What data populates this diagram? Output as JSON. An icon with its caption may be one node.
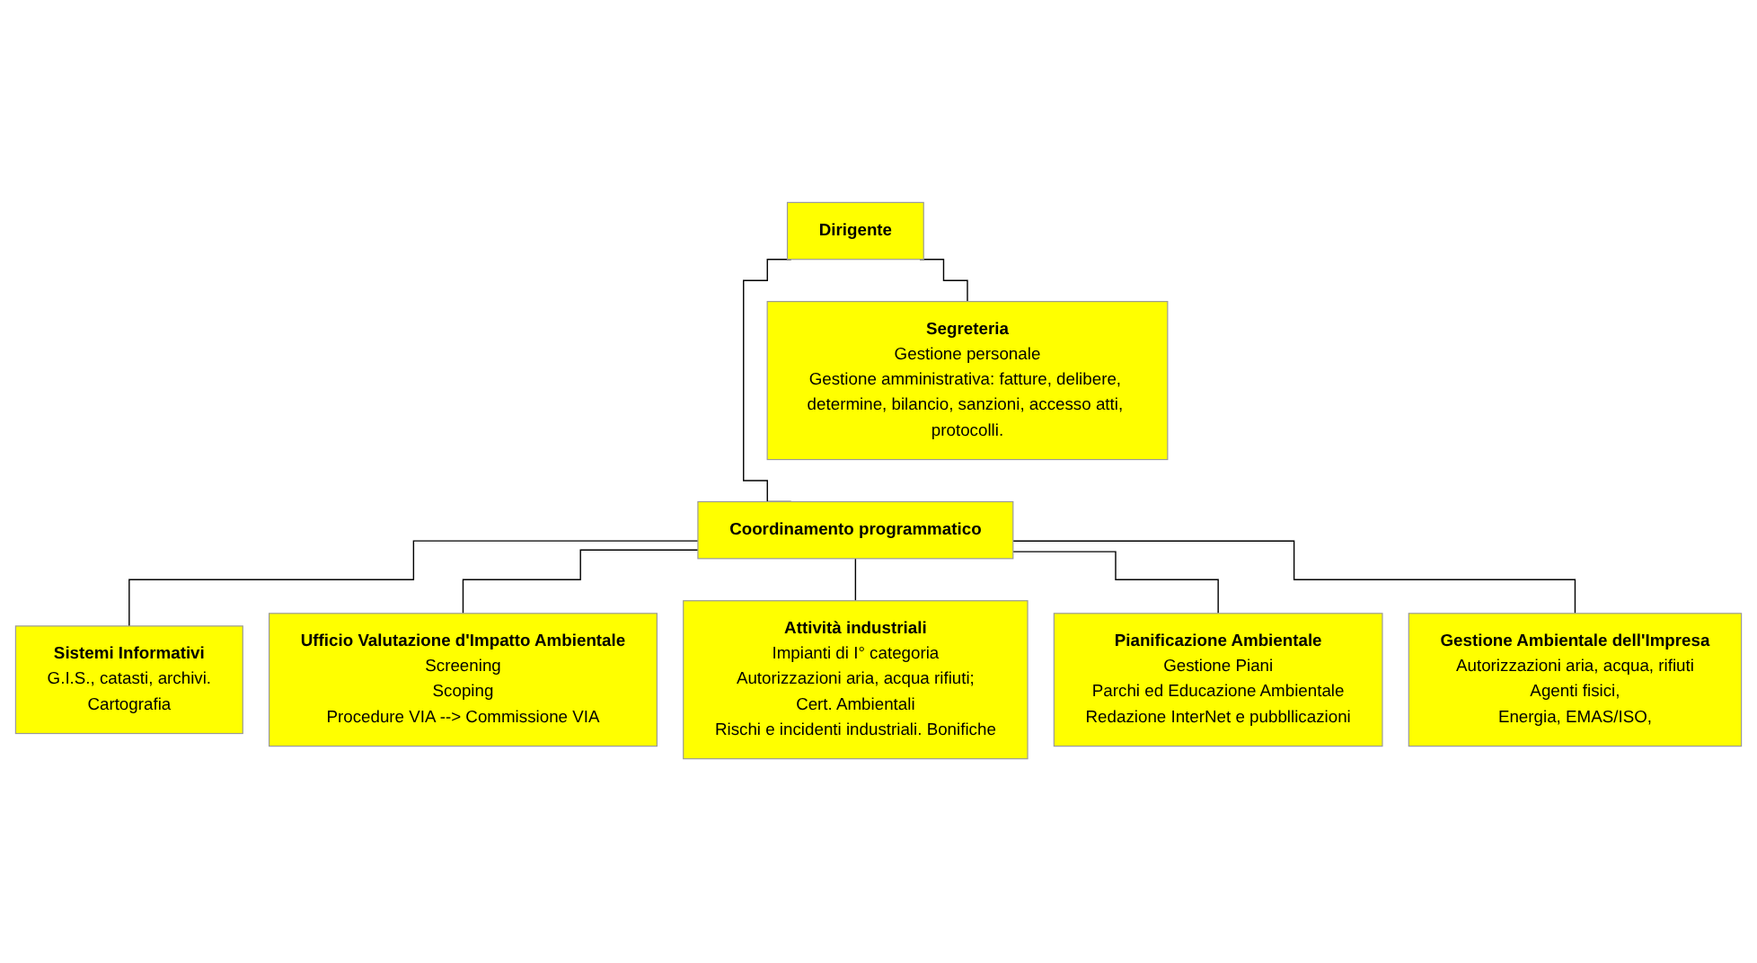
{
  "diagram": {
    "nodes": [
      {
        "text": [
          "Dirigente"
        ]
      },
      {
        "text": [
          "Segreteria",
          "Gestione personale",
          "Gestione amministrativa: fatture, delibere, determine, bilancio, sanzioni, accesso atti, protocolli."
        ]
      },
      {
        "text": [
          "Coordinamento programmatico"
        ]
      },
      {
        "text": [
          "Sistemi Informativi",
          "G.I.S., catasti, archivi.",
          "Cartografia"
        ]
      },
      {
        "text": [
          "Ufficio Valutazione d'Impatto Ambientale",
          "Screening",
          "Scoping",
          "Procedure VIA -->  Commissione VIA"
        ]
      },
      {
        "text": [
          "Attività industriali",
          "Impianti di I° categoria",
          "Autorizzazioni aria, acqua rifiuti;",
          "Cert. Ambientali",
          "Rischi e incidenti industriali. Bonifiche"
        ]
      },
      {
        "text": [
          "Pianificazione Ambientale",
          "Gestione Piani",
          "Parchi ed Educazione Ambientale",
          "Redazione InterNet e pubbllicazioni"
        ]
      },
      {
        "text": [
          "Gestione Ambientale dell'Impresa",
          "Autorizzazioni aria, acqua, rifiuti",
          "Agenti fisici,",
          "Energia, EMAS/ISO,"
        ]
      }
    ],
    "edges": [
      {
        "from": 0,
        "to": 1,
        "arrow": "none"
      },
      {
        "from": 0,
        "to": 2,
        "arrow": "none"
      },
      {
        "from": 2,
        "to": 3,
        "arrow": "none"
      },
      {
        "from": 2,
        "to": 4,
        "arrow": "none"
      },
      {
        "from": 2,
        "to": 5,
        "arrow": "none"
      },
      {
        "from": 2,
        "to": 6,
        "arrow": "none"
      },
      {
        "from": 2,
        "to": 7,
        "arrow": "none"
      }
    ]
  }
}
